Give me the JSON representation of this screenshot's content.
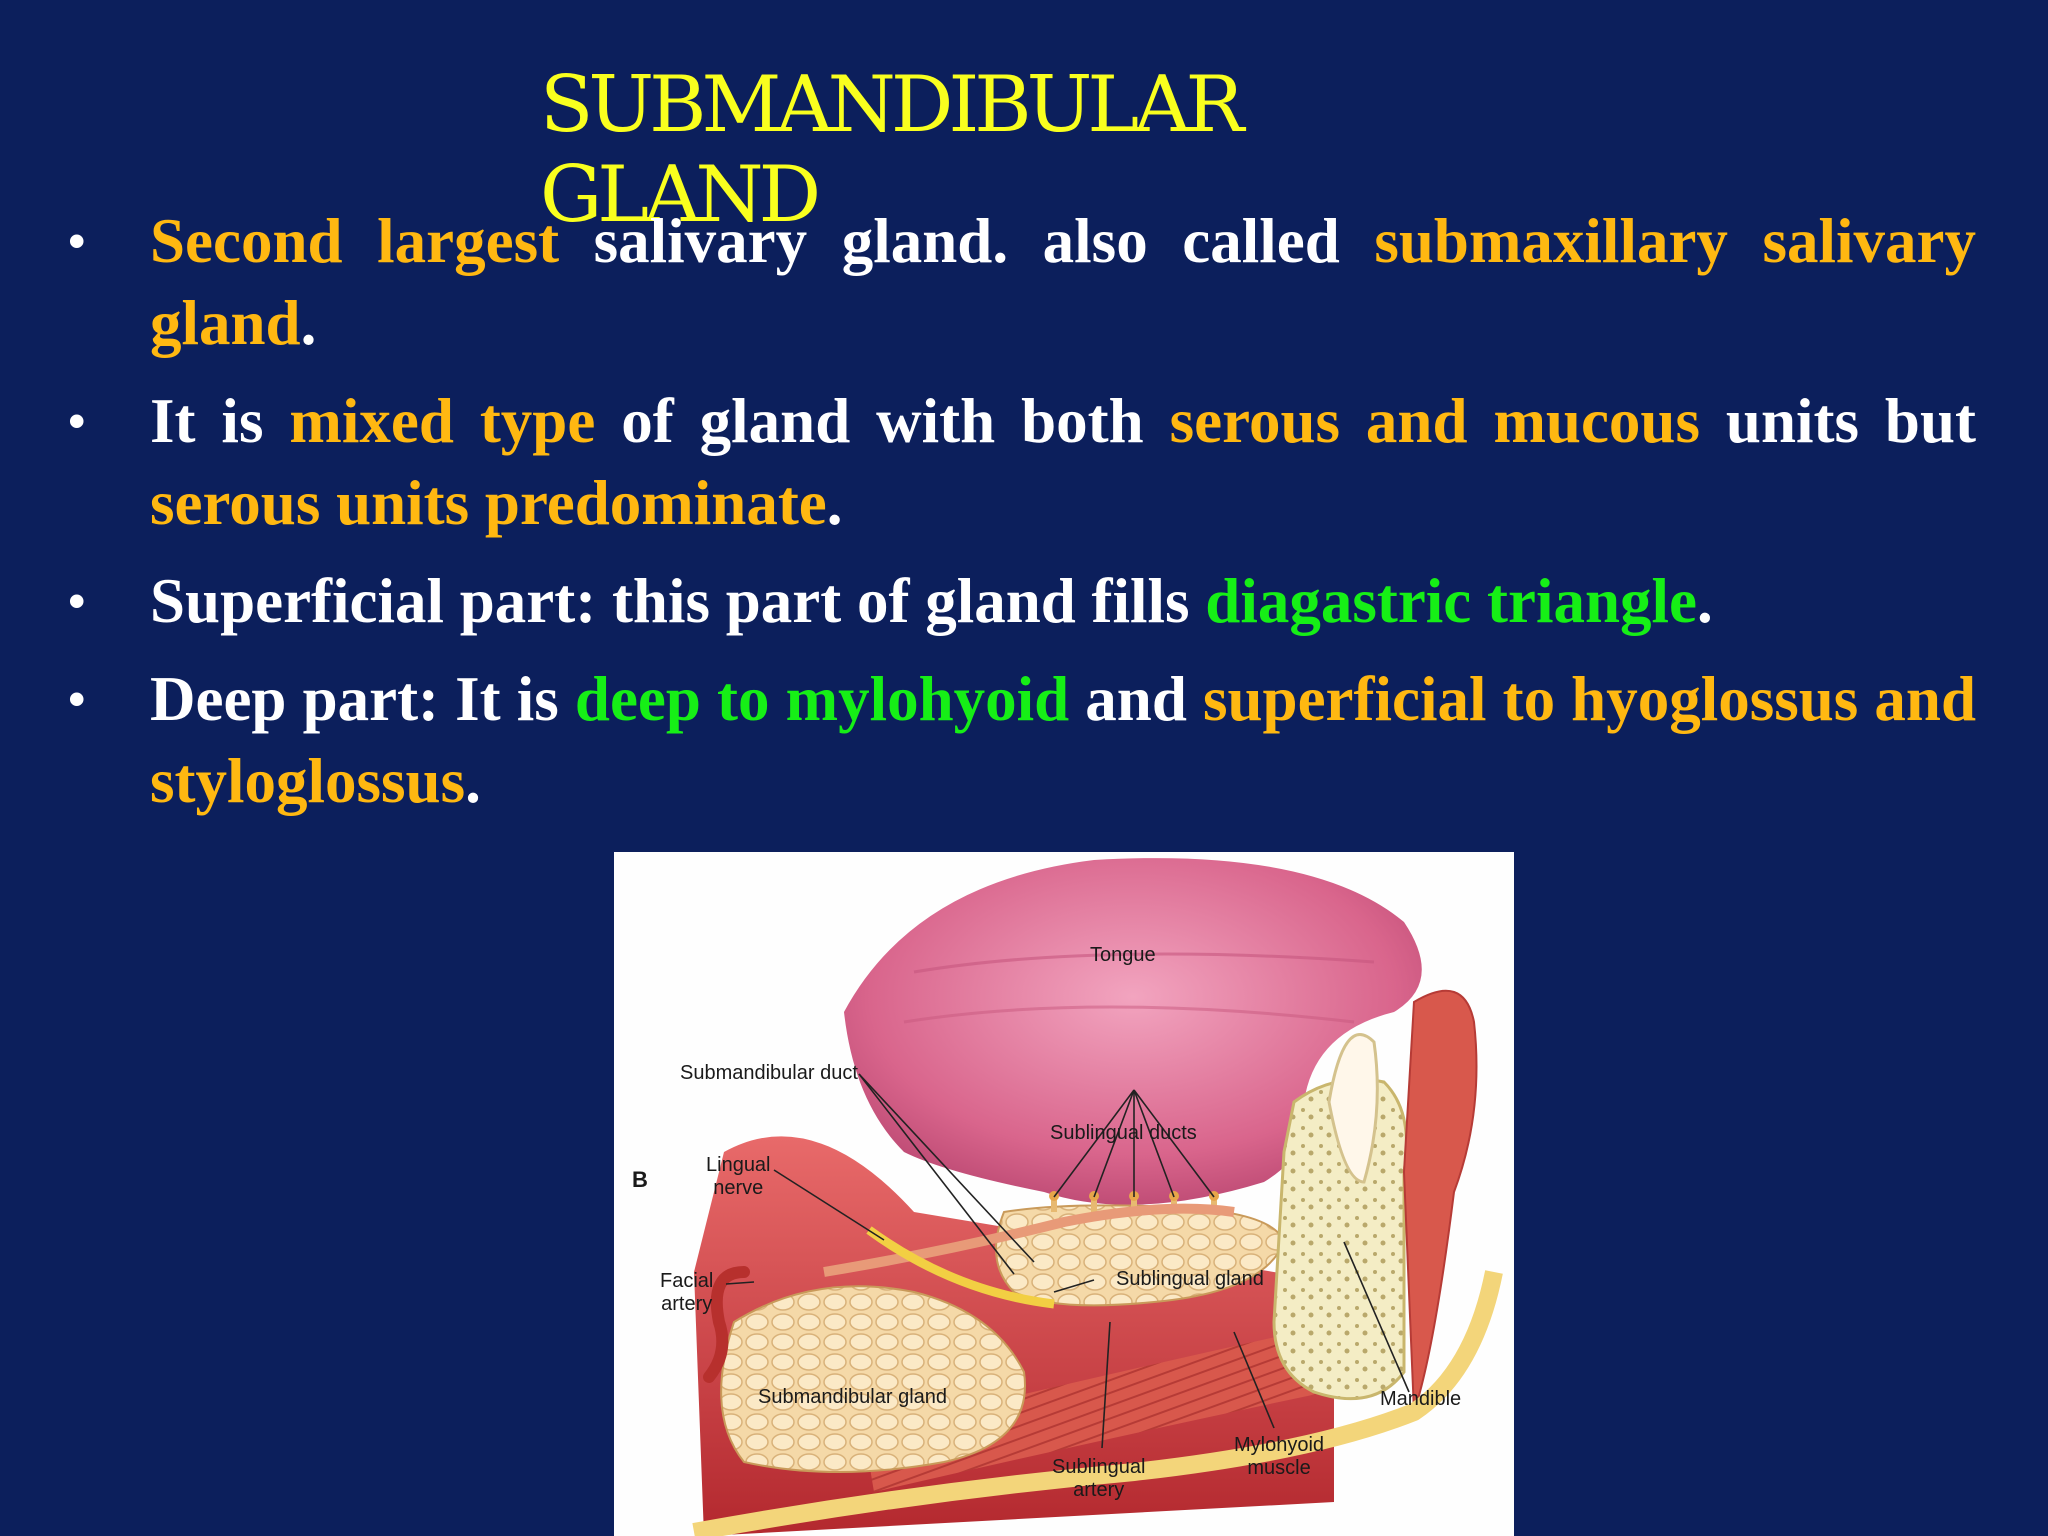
{
  "slide": {
    "title": "SUBMANDIBULAR GLAND",
    "bullets": [
      {
        "segments": [
          {
            "text": "Second largest",
            "color": "yellow"
          },
          {
            "text": " salivary gland. also called ",
            "color": "white"
          },
          {
            "text": "submaxillary salivary gland",
            "color": "yellow"
          },
          {
            "text": ".",
            "color": "white"
          }
        ]
      },
      {
        "segments": [
          {
            "text": "It is ",
            "color": "white"
          },
          {
            "text": "mixed type",
            "color": "yellow"
          },
          {
            "text": " of gland with both ",
            "color": "white"
          },
          {
            "text": "serous and mucous",
            "color": "yellow"
          },
          {
            "text": " units but ",
            "color": "white"
          },
          {
            "text": "serous units predominate",
            "color": "yellow"
          },
          {
            "text": ".",
            "color": "white"
          }
        ]
      },
      {
        "segments": [
          {
            "text": "Superficial part: this part of gland fills ",
            "color": "white"
          },
          {
            "text": "diagastric triangle",
            "color": "green"
          },
          {
            "text": ".",
            "color": "white"
          }
        ]
      },
      {
        "segments": [
          {
            "text": "Deep part: It is ",
            "color": "white"
          },
          {
            "text": "deep to mylohyoid",
            "color": "green"
          },
          {
            "text": " and ",
            "color": "white"
          },
          {
            "text": "superficial to hyoglossus and styloglossus",
            "color": "yellow"
          },
          {
            "text": ".",
            "color": "white"
          }
        ]
      }
    ],
    "bullet_symbol": "•"
  },
  "figure": {
    "panel_letter": "B",
    "labels": {
      "tongue": "Tongue",
      "submandibular_duct": "Submandibular duct",
      "sublingual_ducts": "Sublingual ducts",
      "lingual_nerve": "Lingual\nnerve",
      "facial_artery": "Facial\nartery",
      "sublingual_gland": "Sublingual gland",
      "submandibular_gland": "Submandibular gland",
      "mandible": "Mandible",
      "mylohyoid_muscle": "Mylohyoid\nmuscle",
      "sublingual_artery": "Sublingual\nartery"
    }
  },
  "colors": {
    "background": "#0c1f5c",
    "title": "#f9ff1e",
    "yellow": "#ffb811",
    "green": "#16ef16",
    "white": "#ffffff"
  }
}
